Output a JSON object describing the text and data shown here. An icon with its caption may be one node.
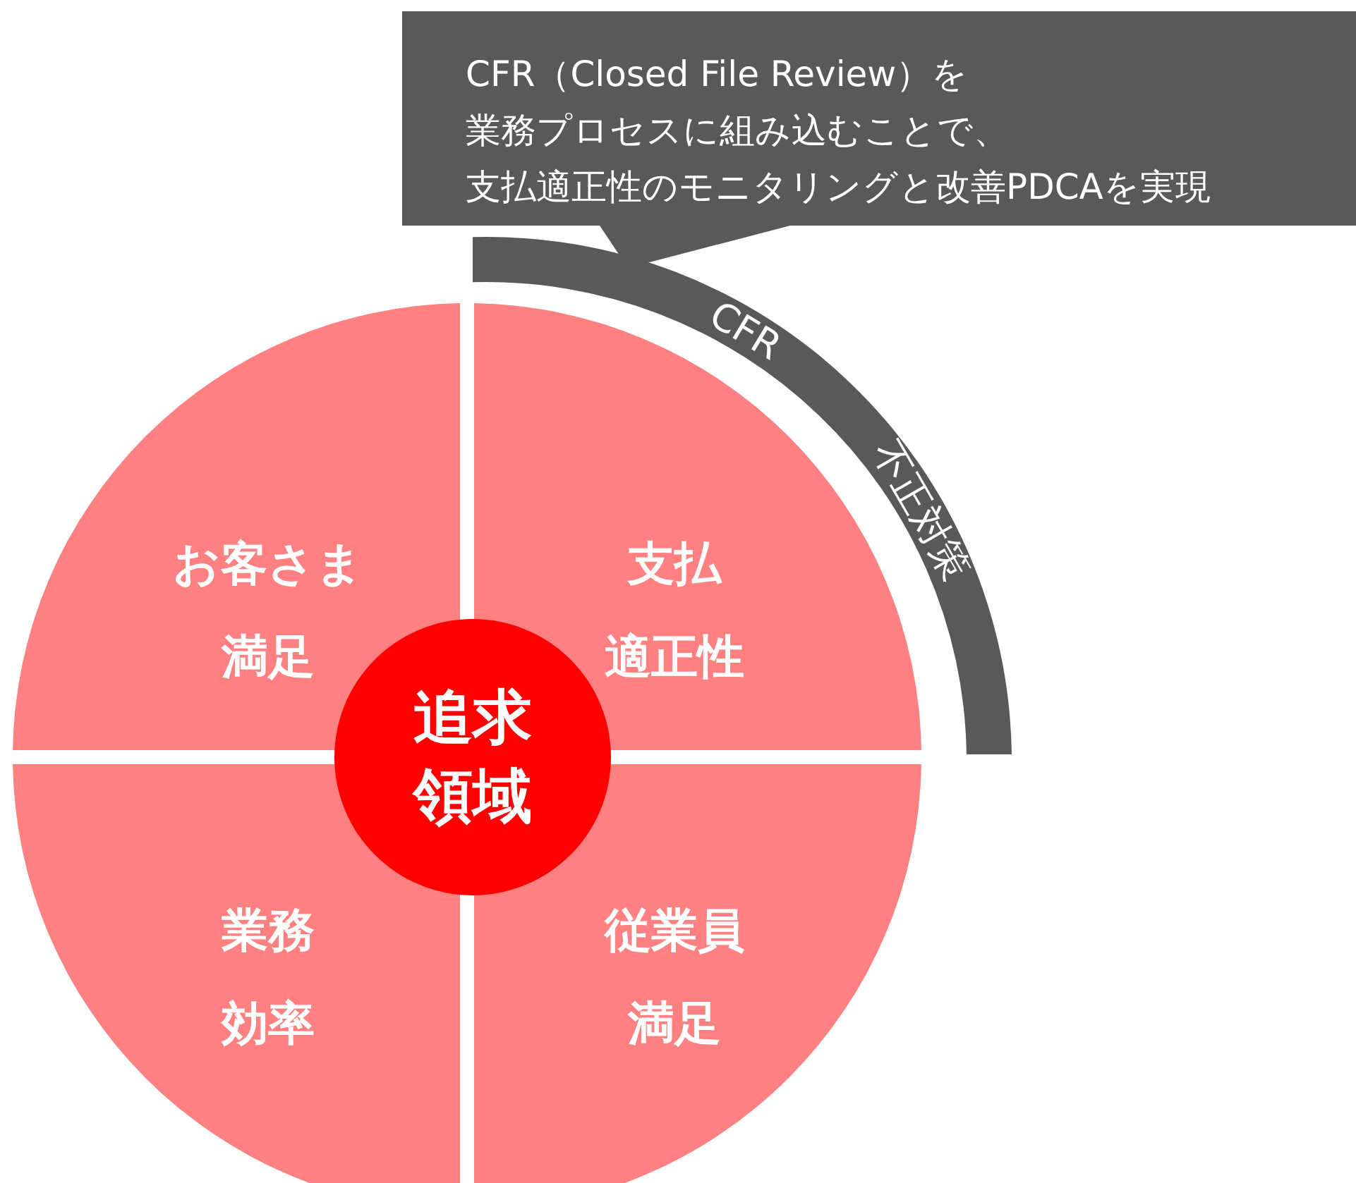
{
  "diagram": {
    "nodes": [
      {
        "text": [
          "CFR（Closed File Review）を",
          "業務プロセスに組み込むことで、",
          "支払適正性のモニタリングと改善PDCAを実現"
        ]
      },
      {
        "text": [
          "CFR",
          "不正対策"
        ]
      },
      {
        "text": [
          "お客さま",
          "満足"
        ]
      },
      {
        "text": [
          "支払",
          "適正性"
        ]
      },
      {
        "text": [
          "業務",
          "効率"
        ]
      },
      {
        "text": [
          "従業員",
          "満足"
        ]
      },
      {
        "text": [
          "追求",
          "領域"
        ]
      }
    ]
  }
}
